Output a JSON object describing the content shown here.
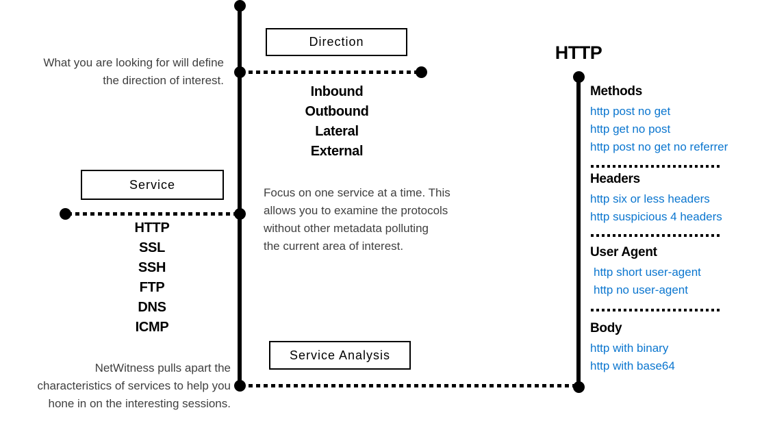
{
  "colors": {
    "accent_blue": "#0b76cf",
    "text_gray": "#3f3f3f",
    "line_black": "#000000"
  },
  "timeline": {
    "direction": {
      "box_label": "Direction",
      "note_lines": [
        "What you are looking for will define",
        "the direction of interest."
      ],
      "items": [
        "Inbound",
        "Outbound",
        "Lateral",
        "External"
      ]
    },
    "service": {
      "box_label": "Service",
      "items": [
        "HTTP",
        "SSL",
        "SSH",
        "FTP",
        "DNS",
        "ICMP"
      ],
      "note_lines": [
        "Focus on one service at a time. This",
        "allows you to examine the protocols",
        "without other metadata polluting",
        "the current area of interest."
      ]
    },
    "service_analysis": {
      "box_label": "Service Analysis",
      "note_lines": [
        "NetWitness pulls apart the",
        "characteristics of services to help you",
        "hone in on the interesting sessions."
      ]
    }
  },
  "http_panel": {
    "title": "HTTP",
    "sections": [
      {
        "heading": "Methods",
        "items": [
          "http post no get",
          "http get no post",
          "http post no get no referrer"
        ]
      },
      {
        "heading": "Headers",
        "items": [
          "http six or less headers",
          "http suspicious 4 headers"
        ]
      },
      {
        "heading": "User Agent",
        "items": [
          "http short user-agent",
          "http no user-agent"
        ]
      },
      {
        "heading": "Body",
        "items": [
          "http with binary",
          "http with base64"
        ]
      }
    ]
  }
}
